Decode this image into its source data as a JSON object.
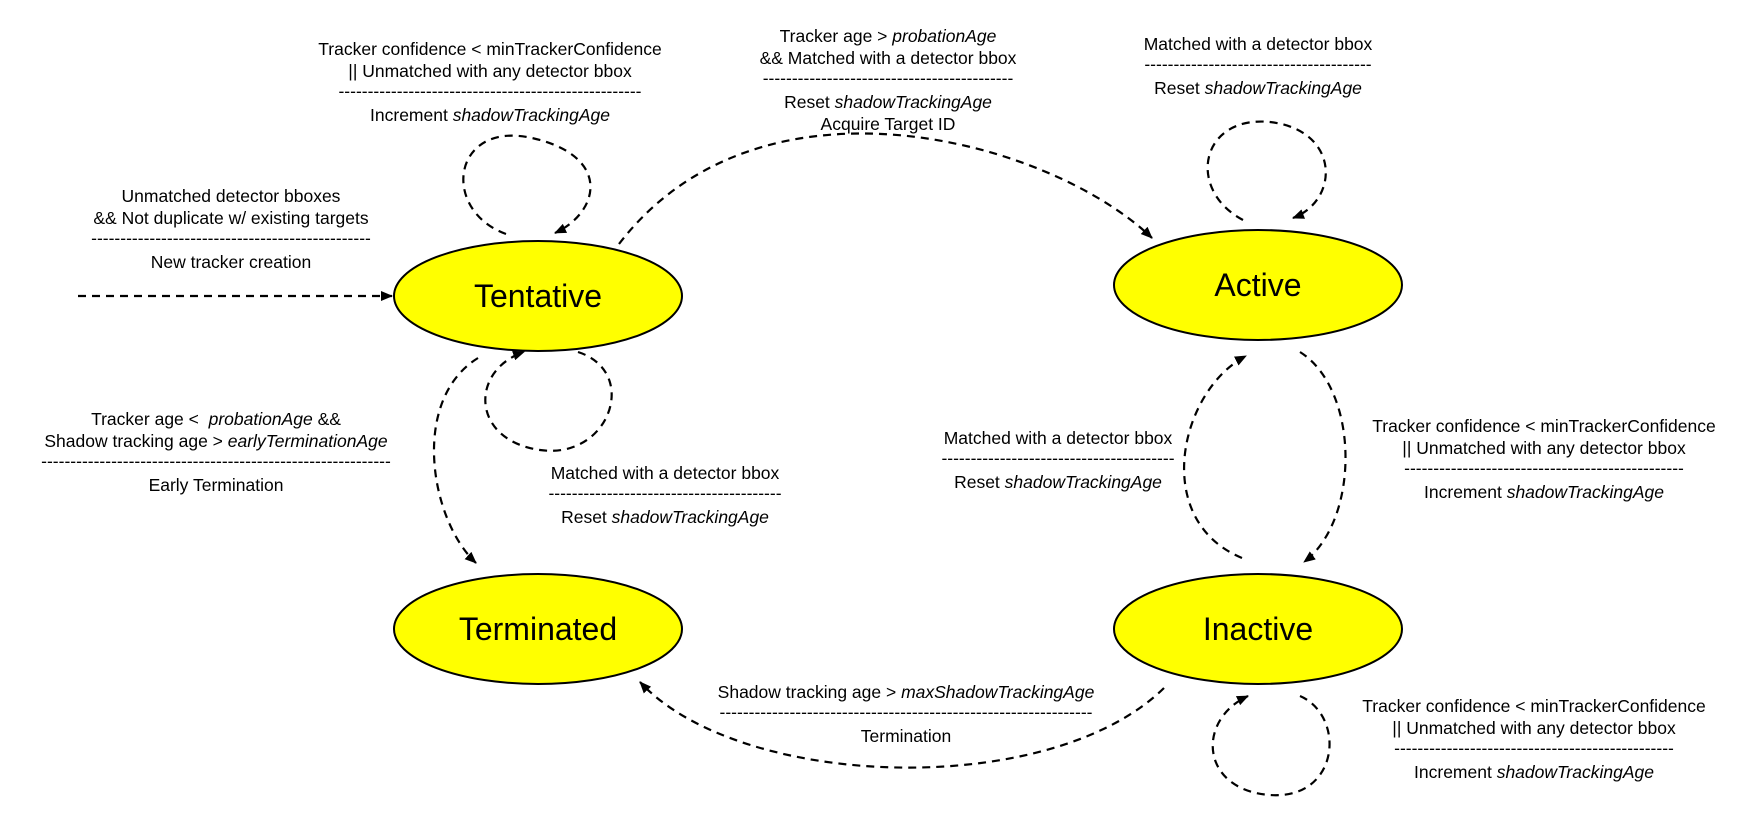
{
  "states": {
    "tentative": "Tentative",
    "active": "Active",
    "terminated": "Terminated",
    "inactive": "Inactive"
  },
  "labels": {
    "tentative_self_top": {
      "l1": "Tracker confidence < minTrackerConfidence",
      "l2": "|| Unmatched with any detector bbox",
      "sep": "----------------------------------------------------",
      "action_prefix": "Increment ",
      "action_italic": "shadowTrackingAge"
    },
    "creation": {
      "l1": "Unmatched detector bboxes",
      "l2": "&& Not duplicate w/ existing targets",
      "sep": "------------------------------------------------",
      "action": "New tracker creation"
    },
    "tentative_to_active": {
      "l1_prefix": "Tracker age > ",
      "l1_italic": "probationAge",
      "l2": "&& Matched with a detector bbox",
      "sep": "-------------------------------------------",
      "action1_prefix": "Reset ",
      "action1_italic": "shadowTrackingAge",
      "action2": "Acquire Target ID"
    },
    "active_self": {
      "l1": "Matched with a detector bbox",
      "sep": "---------------------------------------",
      "action_prefix": "Reset ",
      "action_italic": "shadowTrackingAge"
    },
    "early_termination": {
      "l1_prefix": "Tracker age <  ",
      "l1_italic": "probationAge",
      "l1_suffix": " &&",
      "l2_prefix": "Shadow tracking age > ",
      "l2_italic": "earlyTerminationAge",
      "sep": "------------------------------------------------------------",
      "action": "Early Termination"
    },
    "tentative_self_bottom": {
      "l1": "Matched with a detector bbox",
      "sep": "----------------------------------------",
      "action_prefix": "Reset ",
      "action_italic": "shadowTrackingAge"
    },
    "inactive_to_active": {
      "l1": "Matched with a detector bbox",
      "sep": "----------------------------------------",
      "action_prefix": "Reset ",
      "action_italic": "shadowTrackingAge"
    },
    "active_to_inactive": {
      "l1": "Tracker confidence < minTrackerConfidence",
      "l2": "|| Unmatched with any detector bbox",
      "sep": "------------------------------------------------",
      "action_prefix": "Increment ",
      "action_italic": "shadowTrackingAge"
    },
    "termination": {
      "l1_prefix": "Shadow tracking age > ",
      "l1_italic": "maxShadowTrackingAge",
      "sep": "----------------------------------------------------------------",
      "action": "Termination"
    },
    "inactive_self": {
      "l1": "Tracker confidence < minTrackerConfidence",
      "l2": "|| Unmatched with any detector bbox",
      "sep": "------------------------------------------------",
      "action_prefix": "Increment ",
      "action_italic": "shadowTrackingAge"
    }
  },
  "colors": {
    "state_fill": "#ffff00",
    "stroke": "#000000"
  }
}
